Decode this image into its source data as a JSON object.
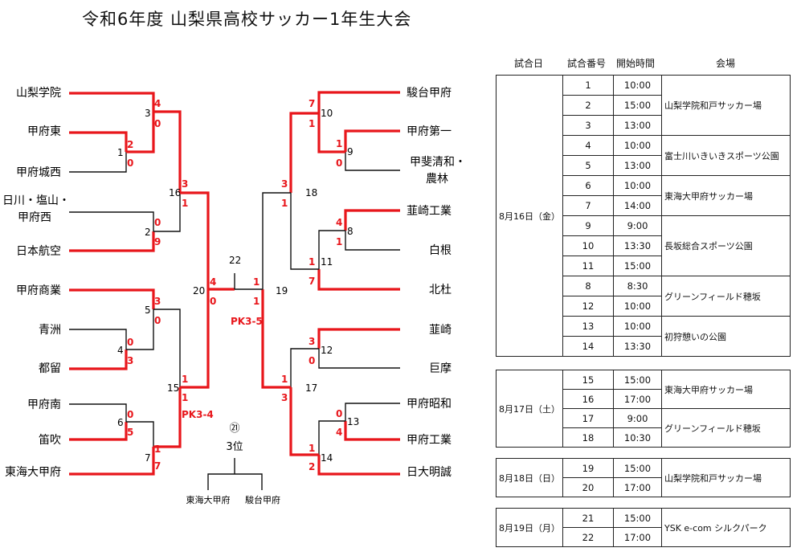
{
  "title": "令和6年度 山梨県高校サッカー1年生大会",
  "left_teams": [
    {
      "lines": [
        "山梨学院"
      ]
    },
    {
      "lines": [
        "甲府東"
      ]
    },
    {
      "lines": [
        "甲府城西"
      ]
    },
    {
      "lines": [
        "日川・塩山・",
        "甲府西"
      ]
    },
    {
      "lines": [
        "日本航空"
      ]
    },
    {
      "lines": [
        "甲府商業"
      ]
    },
    {
      "lines": [
        "青洲"
      ]
    },
    {
      "lines": [
        "都留"
      ]
    },
    {
      "lines": [
        "甲府南"
      ]
    },
    {
      "lines": [
        "笛吹"
      ]
    },
    {
      "lines": [
        "東海大甲府"
      ]
    }
  ],
  "right_teams": [
    {
      "lines": [
        "駿台甲府"
      ]
    },
    {
      "lines": [
        "甲府第一"
      ]
    },
    {
      "lines": [
        "甲斐清和・",
        "農林"
      ]
    },
    {
      "lines": [
        "韮崎工業"
      ]
    },
    {
      "lines": [
        "白根"
      ]
    },
    {
      "lines": [
        "北杜"
      ]
    },
    {
      "lines": [
        "韮崎"
      ]
    },
    {
      "lines": [
        "巨摩"
      ]
    },
    {
      "lines": [
        "甲府昭和"
      ]
    },
    {
      "lines": [
        "甲府工業"
      ]
    },
    {
      "lines": [
        "日大明誠"
      ]
    }
  ],
  "match_numbers": [
    "1",
    "2",
    "3",
    "4",
    "5",
    "6",
    "7",
    "8",
    "9",
    "10",
    "11",
    "12",
    "13",
    "14",
    "15",
    "16",
    "17",
    "18",
    "19",
    "20",
    "22"
  ],
  "scores": {
    "m1": [
      "2",
      "0"
    ],
    "m2": [
      "0",
      "9"
    ],
    "m3": [
      "4",
      "0"
    ],
    "m4": [
      "0",
      "3"
    ],
    "m5": [
      "3",
      "0"
    ],
    "m6": [
      "0",
      "5"
    ],
    "m7": [
      "1",
      "7"
    ],
    "m8": [
      "4",
      "1"
    ],
    "m9": [
      "1",
      "0"
    ],
    "m10": [
      "7",
      "1"
    ],
    "m11": [
      "1",
      "7"
    ],
    "m12": [
      "3",
      "0"
    ],
    "m13": [
      "0",
      "4"
    ],
    "m14": [
      "1",
      "2"
    ],
    "m15": [
      "1",
      "1"
    ],
    "m16": [
      "3",
      "1"
    ],
    "m17": [
      "1",
      "3"
    ],
    "m18": [
      "3",
      "1"
    ],
    "m19": [
      "1",
      "1"
    ],
    "m20": [
      "4",
      "0"
    ]
  },
  "pk": {
    "m15": "PK3-4",
    "m19": "PK3-5"
  },
  "third_place": {
    "number": "㉑",
    "label": "3位",
    "left": "東海大甲府",
    "right": "駿台甲府"
  },
  "schedule": {
    "headers": {
      "date": "試合日",
      "match": "試合番号",
      "time": "開始時間",
      "venue": "会場"
    },
    "blocks": [
      {
        "date": "8月16日（金）",
        "rows": [
          {
            "match": "1",
            "time": "10:00"
          },
          {
            "match": "2",
            "time": "15:00"
          },
          {
            "match": "3",
            "time": "13:00"
          },
          {
            "match": "4",
            "time": "10:00"
          },
          {
            "match": "5",
            "time": "13:00"
          },
          {
            "match": "6",
            "time": "10:00"
          },
          {
            "match": "7",
            "time": "14:00"
          },
          {
            "match": "9",
            "time": "9:00"
          },
          {
            "match": "10",
            "time": "13:30"
          },
          {
            "match": "11",
            "time": "15:00"
          },
          {
            "match": "8",
            "time": "8:30"
          },
          {
            "match": "12",
            "time": "10:00"
          },
          {
            "match": "13",
            "time": "10:00"
          },
          {
            "match": "14",
            "time": "13:30"
          }
        ],
        "venues": [
          {
            "name": "山梨学院和戸サッカー場",
            "span": 3
          },
          {
            "name": "富士川いきいきスポーツ公園",
            "span": 2
          },
          {
            "name": "東海大甲府サッカー場",
            "span": 2
          },
          {
            "name": "長坂総合スポーツ公園",
            "span": 3
          },
          {
            "name": "グリーンフィールド穂坂",
            "span": 2
          },
          {
            "name": "初狩憩いの公園",
            "span": 2
          }
        ]
      },
      {
        "date": "8月17日（土）",
        "rows": [
          {
            "match": "15",
            "time": "15:00"
          },
          {
            "match": "16",
            "time": "17:00"
          },
          {
            "match": "17",
            "time": "9:00"
          },
          {
            "match": "18",
            "time": "10:30"
          }
        ],
        "venues": [
          {
            "name": "東海大甲府サッカー場",
            "span": 2
          },
          {
            "name": "グリーンフィールド穂坂",
            "span": 2
          }
        ]
      },
      {
        "date": "8月18日（日）",
        "rows": [
          {
            "match": "19",
            "time": "15:00"
          },
          {
            "match": "20",
            "time": "17:00"
          }
        ],
        "venues": [
          {
            "name": "山梨学院和戸サッカー場",
            "span": 2
          }
        ]
      },
      {
        "date": "8月19日（月）",
        "rows": [
          {
            "match": "21",
            "time": "15:00"
          },
          {
            "match": "22",
            "time": "17:00"
          }
        ],
        "venues": [
          {
            "name": "YSK e-com シルクパーク",
            "span": 2
          }
        ]
      }
    ]
  },
  "colors": {
    "win_line": "#e8161b",
    "line": "#111111",
    "score": "#e8161b"
  }
}
